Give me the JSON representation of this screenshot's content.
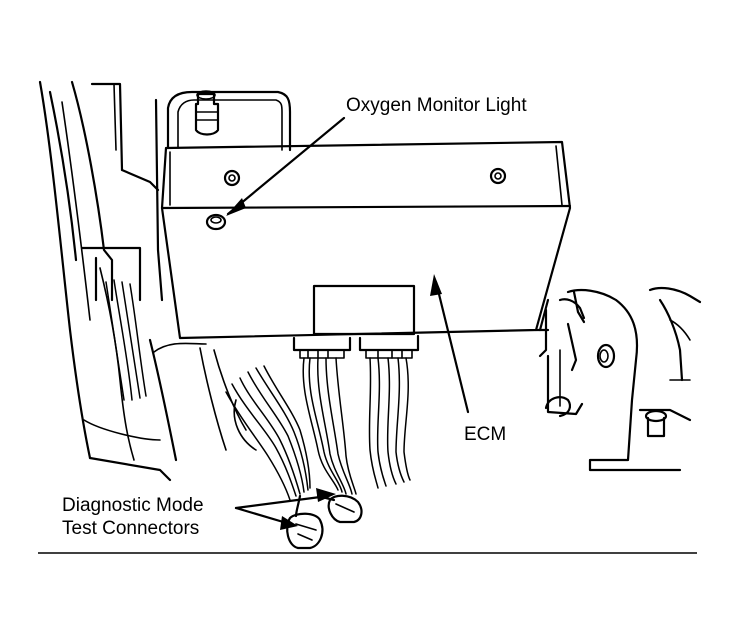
{
  "labels": {
    "oxygen_monitor_light": "Oxygen Monitor Light",
    "ecm": "ECM",
    "diag_line1": "Diagnostic Mode",
    "diag_line2": "Test Connectors"
  },
  "colors": {
    "ink": "#000000",
    "background": "#ffffff"
  }
}
